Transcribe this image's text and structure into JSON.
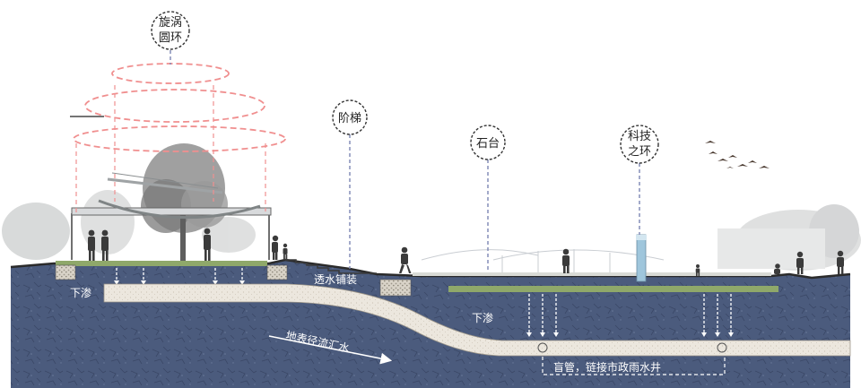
{
  "callouts": {
    "spiral_ring": [
      "旋涡",
      "圆环"
    ],
    "steps": [
      "阶梯"
    ],
    "stone_platform": [
      "石台"
    ],
    "tech_ring": [
      "科技",
      "之环"
    ]
  },
  "labels": {
    "infiltration_left": "下渗",
    "infiltration_right": "下渗",
    "permeable_paving": "透水铺装",
    "surface_runoff": "地表径流汇水",
    "pipe_note": "盲管，链接市政雨水井"
  },
  "colors": {
    "soil": "#4a5a7c",
    "soil_dark": "#35425e",
    "pipe": "#e9e4dc",
    "grass": "#8fa86a",
    "ring": "#f08f8f",
    "callout_line": "#7c86b4",
    "flow_arrow": "#ffffff"
  }
}
